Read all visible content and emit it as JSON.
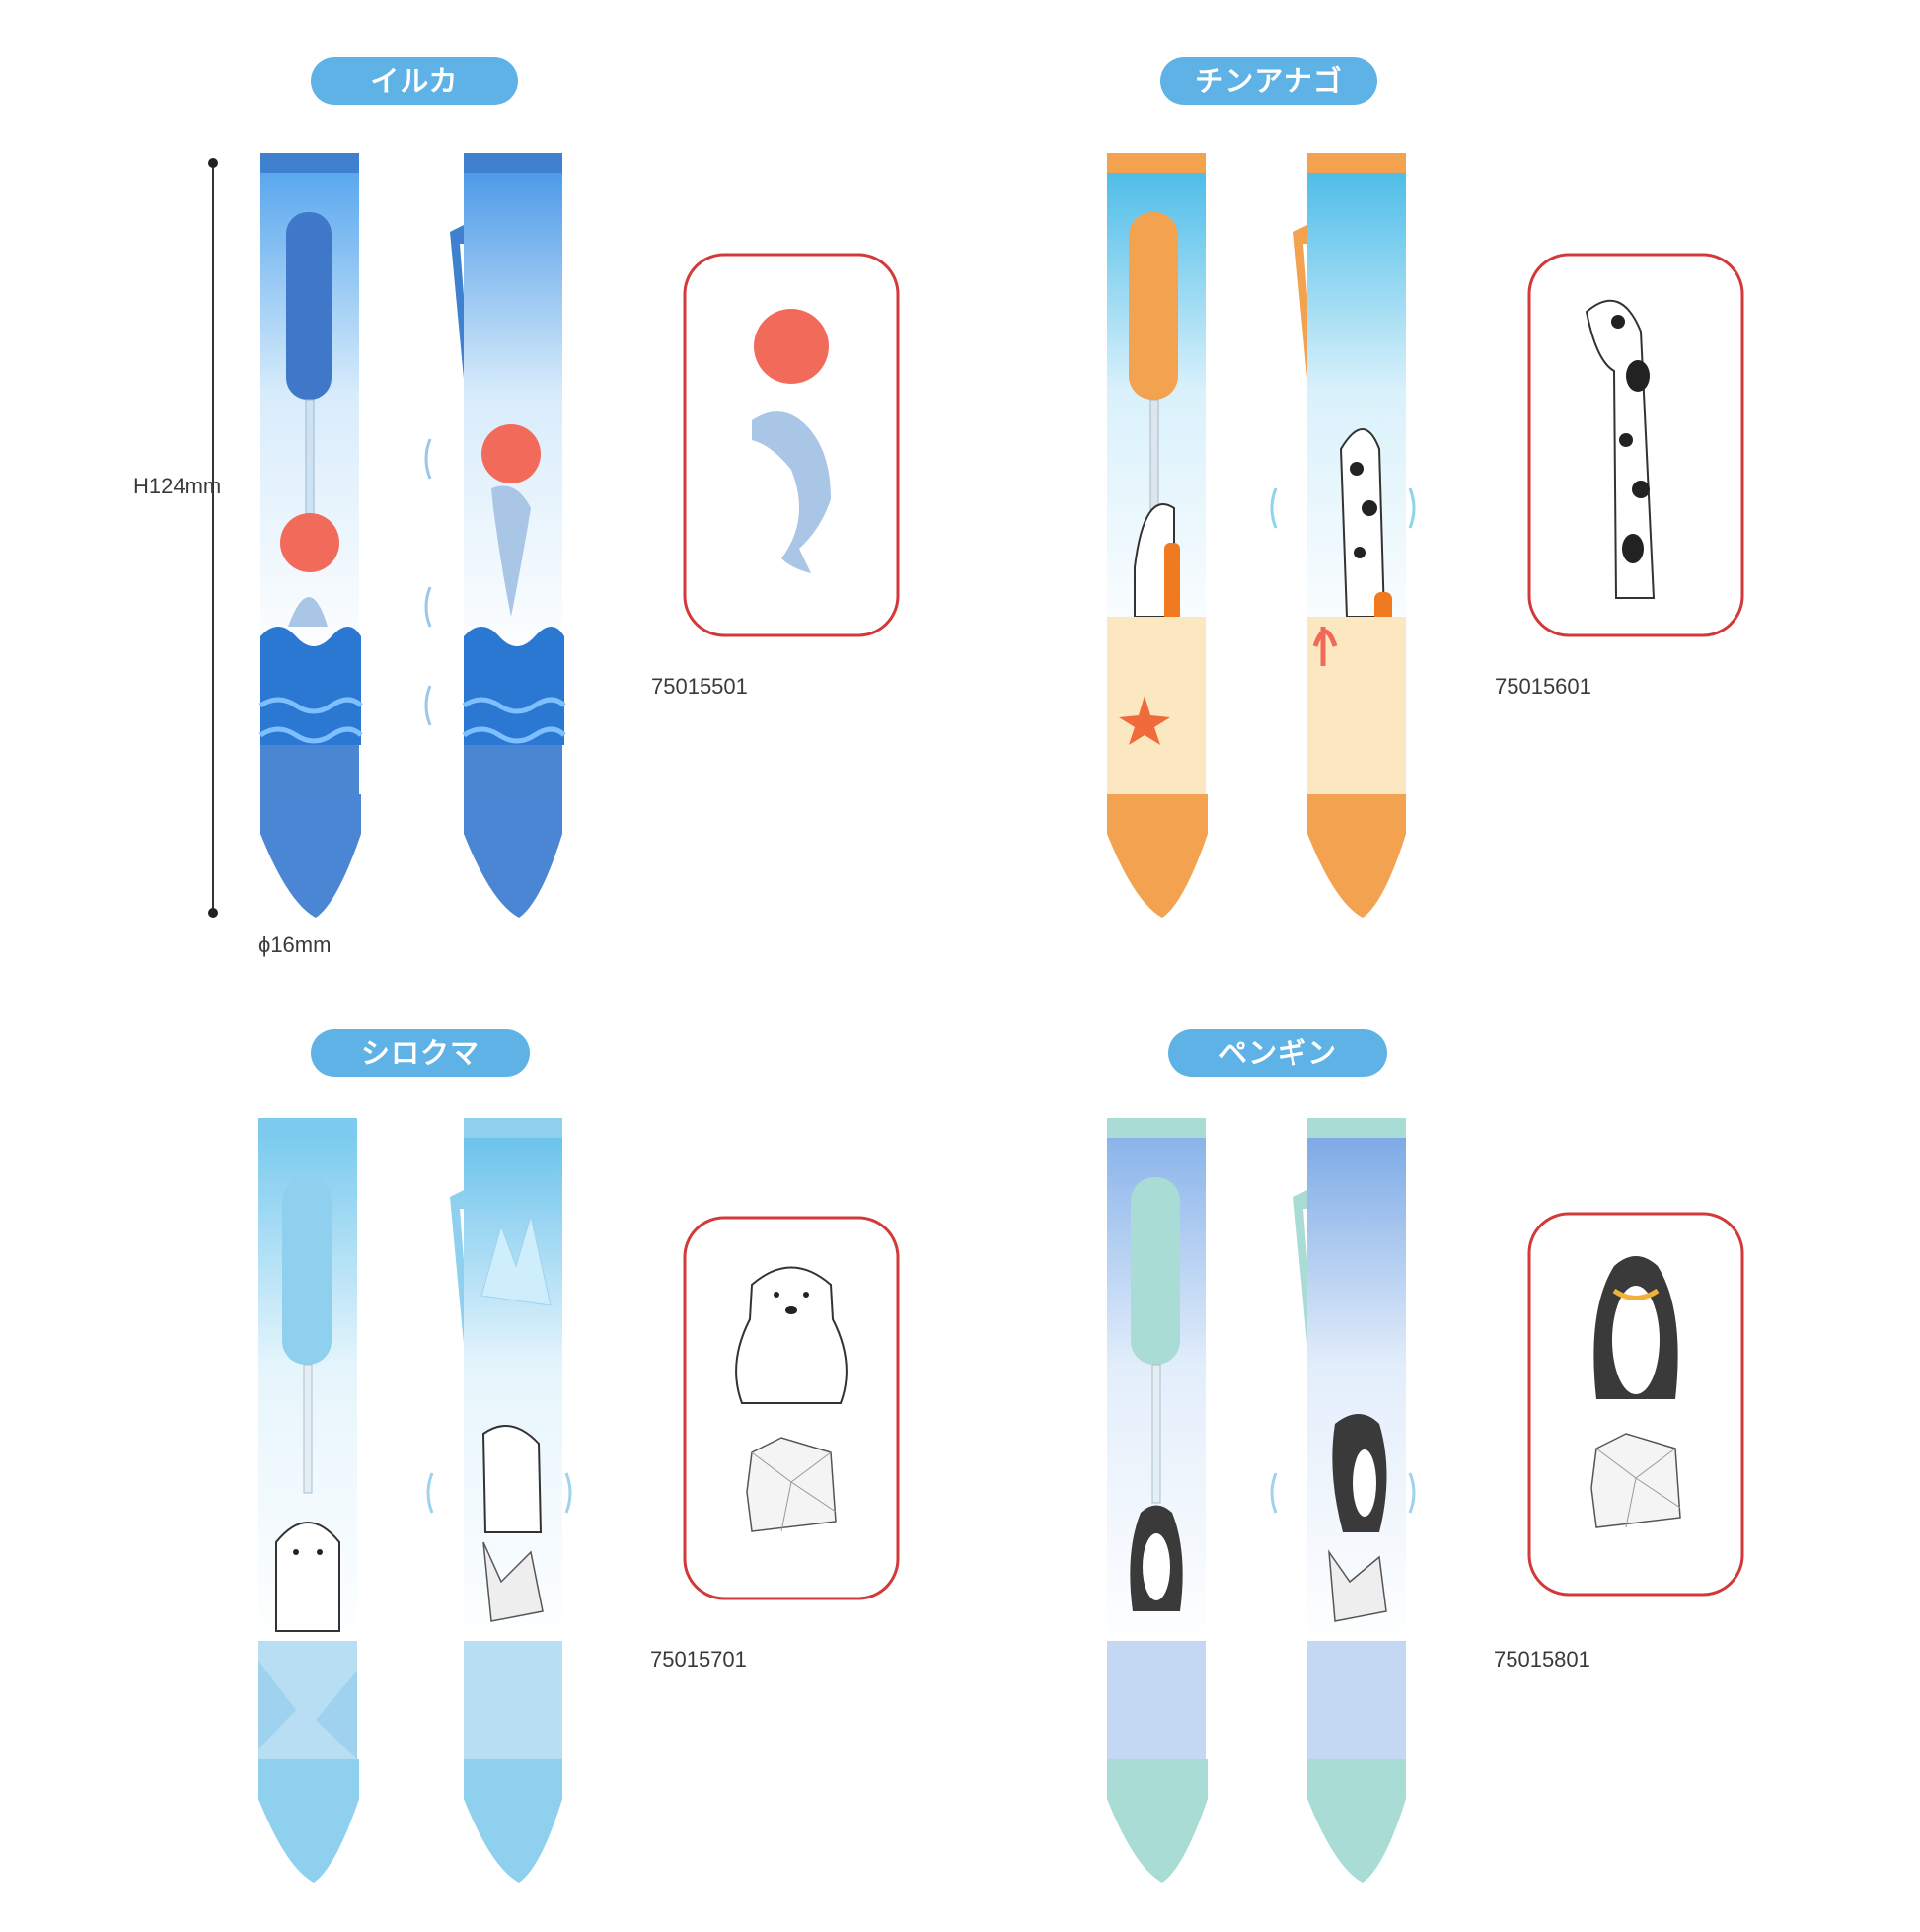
{
  "dimensions": {
    "height_label": "H124mm",
    "diameter_label": "ϕ16mm"
  },
  "products": [
    {
      "name": "イルカ",
      "code": "75015501",
      "body_color": "#4a8bd6",
      "icon": "dolphin-icon"
    },
    {
      "name": "チンアナゴ",
      "code": "75015601",
      "body_color": "#f3a24f",
      "icon": "garden-eel-icon"
    },
    {
      "name": "シロクマ",
      "code": "75015701",
      "body_color": "#8fd0ee",
      "icon": "polar-bear-icon"
    },
    {
      "name": "ペンギン",
      "code": "75015801",
      "body_color": "#a8dcd4",
      "icon": "penguin-icon"
    }
  ],
  "colors": {
    "label_pill": "#5fb2e6",
    "frame_red": "#d23a3a"
  }
}
